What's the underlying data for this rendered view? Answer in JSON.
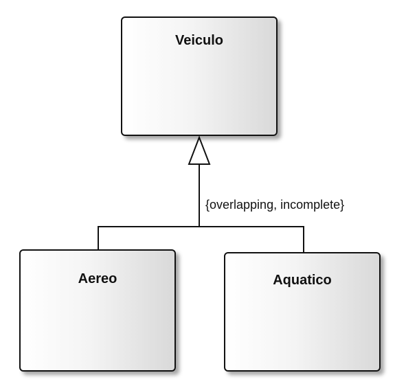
{
  "classes": {
    "parent": {
      "name": "Veiculo"
    },
    "left_child": {
      "name": "Aereo"
    },
    "right_child": {
      "name": "Aquatico"
    }
  },
  "generalization": {
    "constraint": "{overlapping, incomplete}"
  }
}
